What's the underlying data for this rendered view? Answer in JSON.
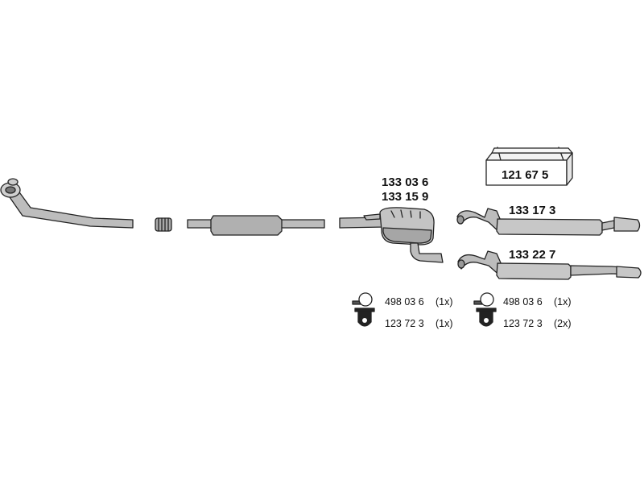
{
  "labels": {
    "center_muffler_a": "133 03 6",
    "center_muffler_b": "133 15 9",
    "mounting_kit": "121 67 5",
    "rear_muffler_a": "133 17 3",
    "rear_muffler_b": "133 22 7"
  },
  "fittings": {
    "left_clamp": {
      "code": "498 03 6",
      "qty": "(1x)"
    },
    "left_hanger": {
      "code": "123 72 3",
      "qty": "(1x)"
    },
    "right_clamp": {
      "code": "498 03 6",
      "qty": "(1x)"
    },
    "right_hanger": {
      "code": "123 72 3",
      "qty": "(2x)"
    }
  },
  "colors": {
    "part_fill": "#bdbdbd",
    "part_dark": "#8a8a8a",
    "outline": "#222222",
    "background": "#ffffff"
  }
}
